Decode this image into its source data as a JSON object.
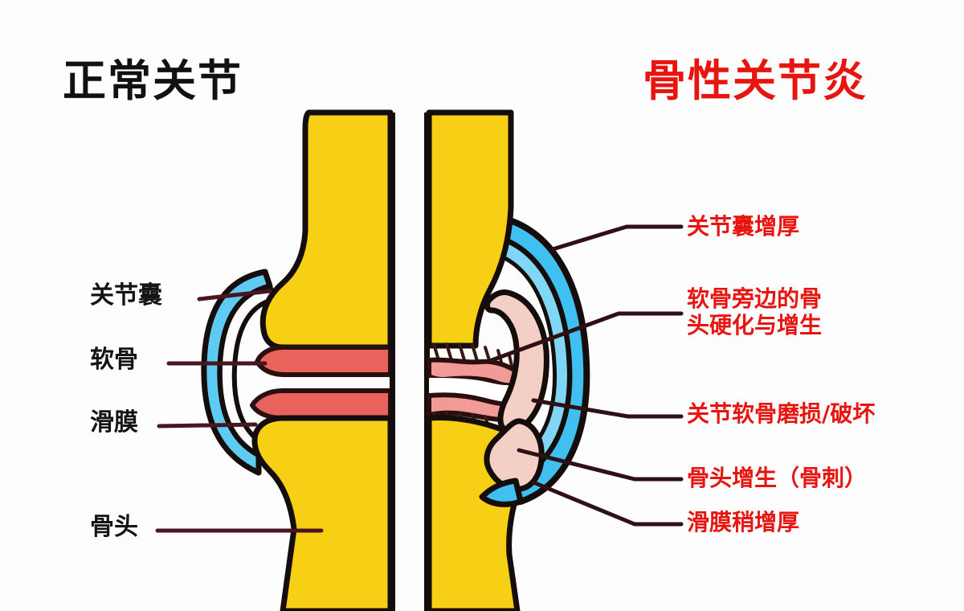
{
  "page": {
    "titles": {
      "left": "正常关节",
      "right": "骨性关节炎"
    }
  },
  "colors": {
    "bone_yellow": "#F7CF14",
    "cartilage_red": "#E8635C",
    "cartilage_pink": "#F29A95",
    "capsule_blue": "#3FC0F0",
    "capsule_blue_light": "#7FD6F5",
    "osteophyte_pink": "#F3CFC6",
    "outline": "#140D0B",
    "leader_line": "#4A1420",
    "title_black": "#111111",
    "title_red": "#E8140F",
    "background": "#FDFDFD"
  },
  "left_panel": {
    "name": "正常关节",
    "labels": [
      {
        "id": "capsule",
        "text": "关节囊"
      },
      {
        "id": "cartilage",
        "text": "软骨"
      },
      {
        "id": "synovium",
        "text": "滑膜"
      },
      {
        "id": "bone",
        "text": "骨头"
      }
    ]
  },
  "right_panel": {
    "name": "骨性关节炎",
    "labels": [
      {
        "id": "capsule-thickening",
        "text": "关节囊增厚"
      },
      {
        "id": "sclerosis",
        "line1": "软骨旁边的骨",
        "line2": "头硬化与增生"
      },
      {
        "id": "cartilage-wear",
        "text": "关节软骨磨损/破坏"
      },
      {
        "id": "bone-spur",
        "text": "骨头增生（骨刺）"
      },
      {
        "id": "synovium-thickening",
        "text": "滑膜稍增厚"
      }
    ]
  }
}
